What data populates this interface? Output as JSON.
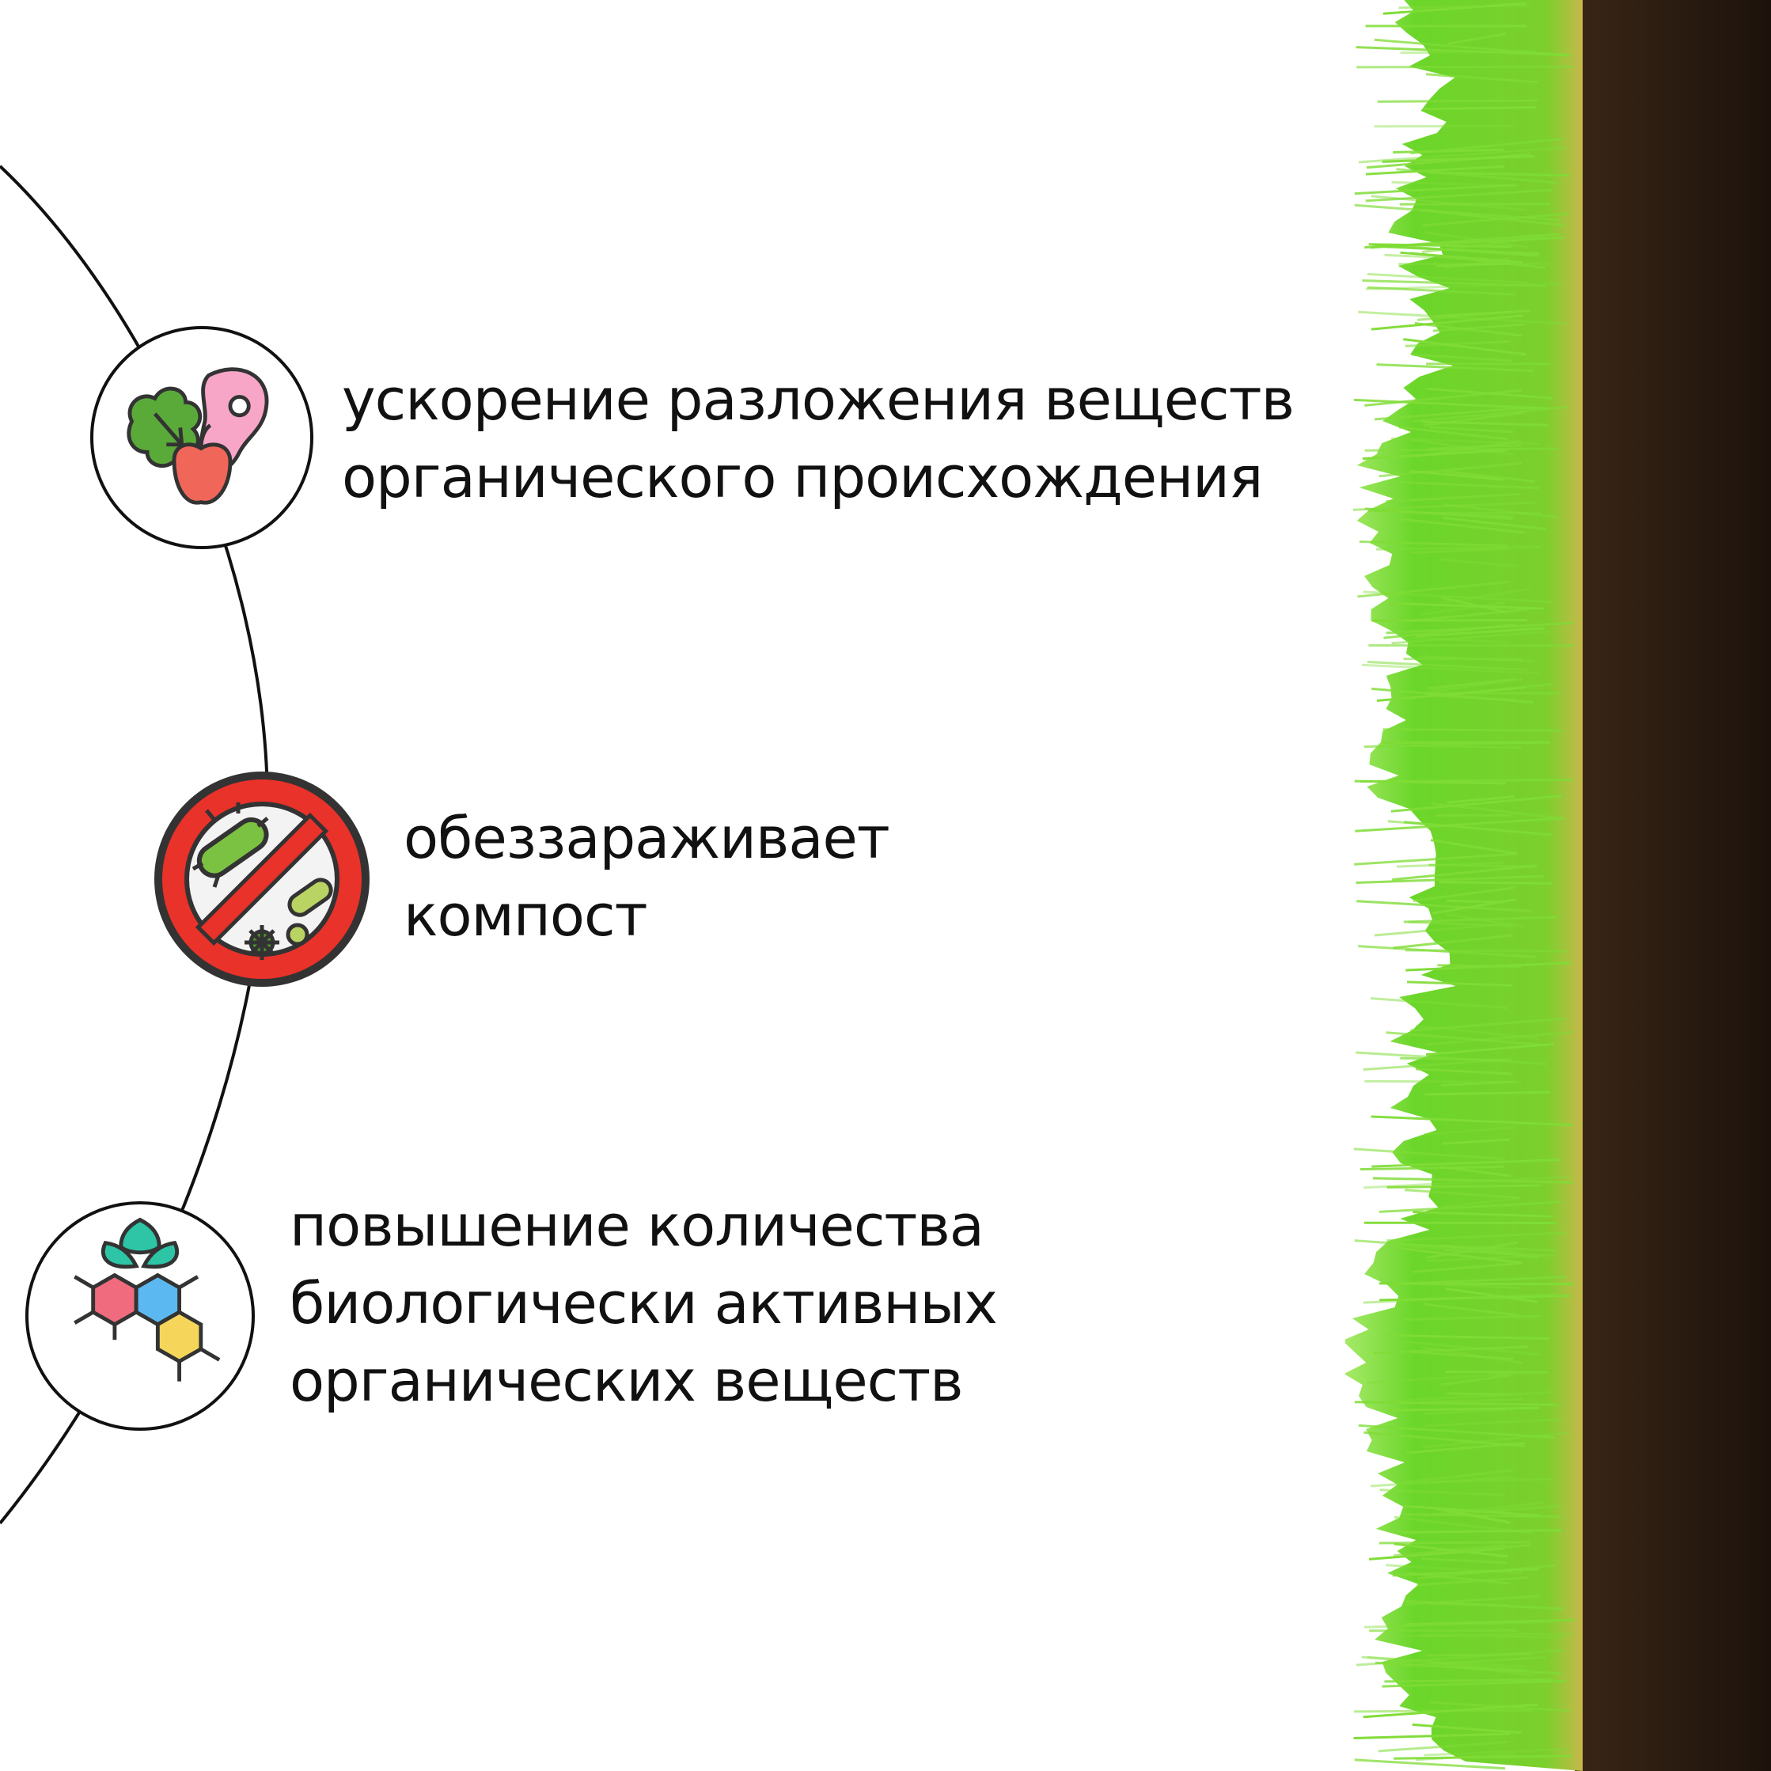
{
  "features": [
    {
      "icon": "organic-food-icon",
      "lines": [
        "ускорение разложения веществ",
        "органического происхождения"
      ]
    },
    {
      "icon": "no-bacteria-icon",
      "lines": [
        "обеззараживает",
        "компост"
      ]
    },
    {
      "icon": "molecule-plant-icon",
      "lines": [
        "повышение количества",
        "биологически активных",
        "органических веществ"
      ]
    }
  ],
  "colors": {
    "grass": "#6fd22c",
    "soil": "#2a1b12",
    "ban_red": "#e8322a",
    "microbe_green": "#8bc43f"
  }
}
